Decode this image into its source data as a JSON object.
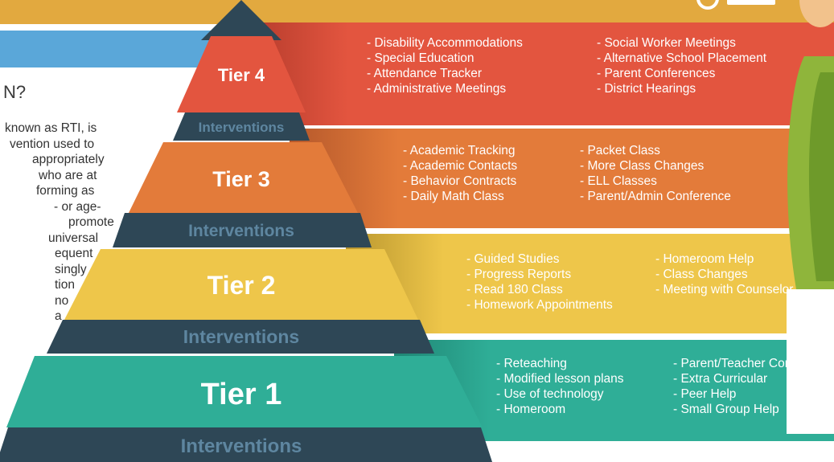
{
  "left_panel": {
    "title": "N?",
    "body_lines": [
      "known as RTI, is",
      "vention used to",
      "appropriately",
      "who are at",
      "forming as",
      "- or age-",
      "promote",
      "universal",
      "equent",
      "singly",
      "tion",
      "no",
      "a"
    ]
  },
  "tiers": [
    {
      "label": "Tier 4",
      "interventions_label": "Interventions",
      "color": "#e3553f",
      "columns": [
        [
          "- Disability Accommodations",
          "- Special Education",
          "- Attendance Tracker",
          "- Administrative Meetings"
        ],
        [
          "- Social Worker Meetings",
          "- Alternative School Placement",
          "- Parent Conferences",
          "- District Hearings"
        ]
      ]
    },
    {
      "label": "Tier 3",
      "interventions_label": "Interventions",
      "color": "#e37b3a",
      "columns": [
        [
          "- Academic Tracking",
          "- Academic Contacts",
          "- Behavior Contracts",
          "- Daily Math Class"
        ],
        [
          "- Packet Class",
          "- More Class Changes",
          "- ELL Classes",
          "- Parent/Admin Conference"
        ]
      ]
    },
    {
      "label": "Tier 2",
      "interventions_label": "Interventions",
      "color": "#eec64a",
      "columns": [
        [
          "- Guided Studies",
          "- Progress Reports",
          "- Read 180 Class",
          "- Homework Appointments"
        ],
        [
          "- Homeroom Help",
          "- Class Changes",
          "- Meeting with Counselor"
        ]
      ]
    },
    {
      "label": "Tier 1",
      "interventions_label": "Interventions",
      "color": "#2fae97",
      "columns": [
        [
          "- Reteaching",
          "- Modified lesson plans",
          "- Use of technology",
          "- Homeroom"
        ],
        [
          "- Parent/Teacher Conf.",
          "- Extra Curricular",
          "- Peer Help",
          "- Small Group Help"
        ]
      ]
    }
  ],
  "colors": {
    "top_bar": "#e2a93f",
    "blue_bar": "#5aa7d9",
    "interventions_band": "#2e4756",
    "interventions_text": "#5e86a0"
  }
}
